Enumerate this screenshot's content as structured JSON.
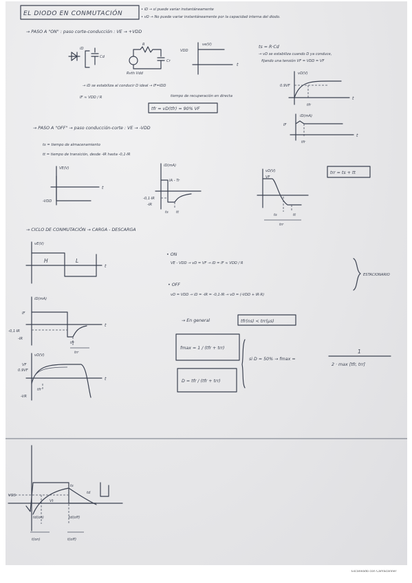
{
  "title": "EL DIODO EN CONMUTACIÓN",
  "intro": [
    "• iD → sí puede variar instantáneamente",
    "• vD → No puede variar instantáneamente por la capacidad interna del diodo."
  ],
  "s1": {
    "heading": "→ PASO A \"ON\" : paso corte-conducción : VE → +VDD",
    "ts_eq": "ts = R·Cd",
    "note1": "→ vD se estabiliza cuando D ya conduce,",
    "note2": "fijando una tensión VF = VDD = VF",
    "circuit": {
      "cd": "Cd",
      "r": "R",
      "vdd": "Rvth Vdd",
      "cr": "Cr",
      "id": "iD"
    },
    "graph1": {
      "y": "ve(V)",
      "level": "VDD",
      "x": "t"
    },
    "graph2": {
      "y": "vD(V)",
      "level": "0.9VF",
      "x": "t",
      "mark": "tfr"
    },
    "graph3": {
      "y": "iD(mA)",
      "level": "IF",
      "x": "t",
      "mark": "tfr"
    },
    "stab": "→ iD se estabiliza al conducir D ideal → IF=IDD",
    "if_eq": "IF ≈ VDD / R",
    "recov1": "tiempo de recuperación en directa",
    "tfr_box": "tfr ≈ vD(tfr) = 90% VF"
  },
  "s2": {
    "heading": "→ PASO A \"OFF\" → paso conducción-corte : VE → -VDD",
    "ts_def": "ts = tiempo de almacenamiento",
    "tf_def": "tt = tiempo de transición, desde -IR hasta -0,1·IR",
    "g1": {
      "y": "VE(V)",
      "neg": "-VDD",
      "x": "t"
    },
    "g2": {
      "y": "iD(mA)",
      "top": "IA - Tr",
      "a": "-0,1·IR",
      "b": "-IR",
      "ts": "ts",
      "tt": "tt"
    },
    "g3": {
      "y": "vD(V)",
      "lvl": "VF",
      "ts": "ts",
      "tt": "tt",
      "trr": "trr"
    },
    "trr_box": "trr = ts + tt"
  },
  "s3": {
    "heading": "→ CICLO DE CONMUTACIÓN → CARGA - DESCARGA",
    "g1": {
      "y": "vE(V)",
      "h": "H",
      "l": "L",
      "x": "t"
    },
    "g2": {
      "y": "iD(mA)",
      "if": "IF",
      "a": "-0,1·IR",
      "b": "-IR",
      "x": "t",
      "tfr": "tfr",
      "trr": "trr"
    },
    "g3": {
      "y": "vD(V)",
      "vf": "VF",
      "vf2": "0.9VF",
      "vr": "-VR",
      "x": "t",
      "tfr": "tfr"
    },
    "on_label": "• ON",
    "on_eq": "VE - VDD → vD = VF → iD = IF ≈ VDD / R",
    "estac": "ESTACIONARIO",
    "off_label": "• OFF",
    "off_eq": "vD = VDD → iD = -IR = -0,1·IR → vD = (-VDD + IR·R)",
    "general": "→ En general",
    "gen_box": "tfr(ns) < trr(μs)",
    "fmax_box": "fmax = 1 / (tfr + trr)",
    "d_box": "D = tfr / (tfr + trr)",
    "si": "si D = 50% → fmax =",
    "fmax2_num": "1",
    "fmax2_den": "2 · max [tfr, trr]"
  },
  "s4": {
    "vgs": "VGS",
    "vt": "Vt",
    "ts": "ts",
    "td": "td",
    "tdon": "td(on)",
    "tdoff": "td(off)",
    "ton": "t(on)",
    "toff": "t(off)"
  },
  "footer": "Escaneado con CamScanner"
}
